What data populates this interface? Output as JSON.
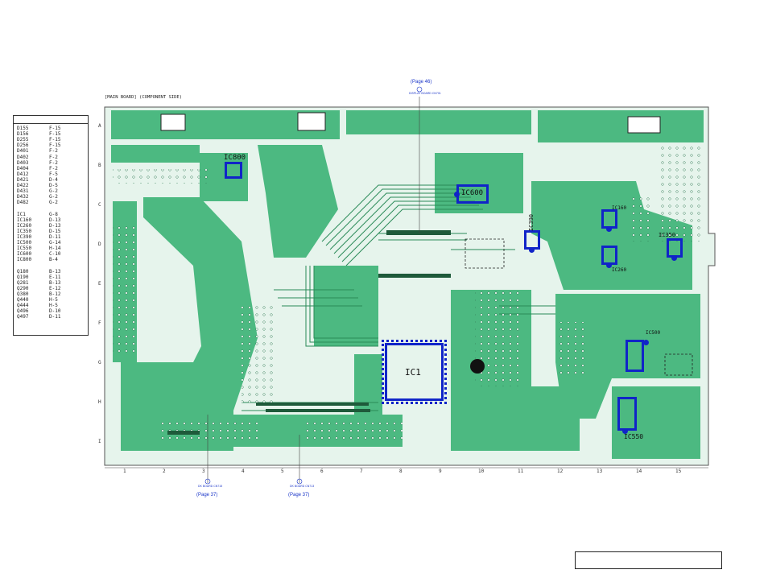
{
  "top_reference": {
    "page": "(Page 46)",
    "connector": "DISPLAY BOARD CN701"
  },
  "board_title": "[MAIN BOARD] (COMPONENT SIDE)",
  "bottom_references": [
    {
      "page": "(Page 37)",
      "connector": "DK BOARD CN715"
    },
    {
      "page": "(Page 37)",
      "connector": "DK BOARD CN713"
    }
  ],
  "row_letters": [
    "A",
    "B",
    "C",
    "D",
    "E",
    "F",
    "G",
    "H",
    "I"
  ],
  "column_numbers": [
    "1",
    "2",
    "3",
    "4",
    "5",
    "6",
    "7",
    "8",
    "9",
    "10",
    "11",
    "12",
    "13",
    "14",
    "15"
  ],
  "component_index": [
    [
      "D155",
      "F-15"
    ],
    [
      "D156",
      "F-15"
    ],
    [
      "D255",
      "F-15"
    ],
    [
      "D256",
      "F-15"
    ],
    [
      "D401",
      "F-2"
    ],
    [
      "D402",
      "F-2"
    ],
    [
      "D403",
      "F-2"
    ],
    [
      "D404",
      "F-2"
    ],
    [
      "D412",
      "F-5"
    ],
    [
      "D421",
      "D-4"
    ],
    [
      "D422",
      "D-5"
    ],
    [
      "D431",
      "G-2"
    ],
    [
      "D432",
      "G-2"
    ],
    [
      "D482",
      "G-2"
    ],
    [
      "",
      ""
    ],
    [
      "IC1",
      "G-8"
    ],
    [
      "IC160",
      "D-13"
    ],
    [
      "IC260",
      "D-13"
    ],
    [
      "IC350",
      "D-15"
    ],
    [
      "IC390",
      "D-11"
    ],
    [
      "IC500",
      "G-14"
    ],
    [
      "IC550",
      "H-14"
    ],
    [
      "IC600",
      "C-10"
    ],
    [
      "IC800",
      "B-4"
    ],
    [
      "",
      ""
    ],
    [
      "Q180",
      "B-13"
    ],
    [
      "Q190",
      "E-11"
    ],
    [
      "Q281",
      "B-13"
    ],
    [
      "Q290",
      "E-12"
    ],
    [
      "Q380",
      "B-12"
    ],
    [
      "Q440",
      "H-5"
    ],
    [
      "Q444",
      "H-5"
    ],
    [
      "Q496",
      "D-10"
    ],
    [
      "Q497",
      "D-11"
    ]
  ],
  "ic_labels": {
    "ic800": "IC800",
    "ic600": "IC600",
    "ic390": "IC390",
    "ic1": "IC1",
    "ic350": "IC350",
    "ic160": "IC160",
    "ic260": "IC260",
    "ic500": "IC500",
    "ic550": "IC550"
  },
  "colors": {
    "board_green": "#3fb478",
    "board_bg": "#e6f4ec",
    "highlight": "#1024c8",
    "text": "#222222"
  }
}
